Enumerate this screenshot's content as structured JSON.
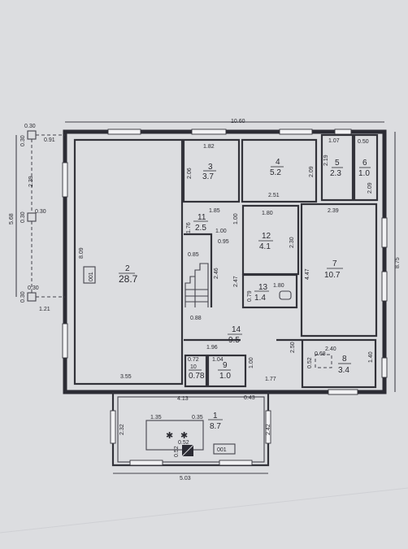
{
  "plan": {
    "outer_dimensions": {
      "top": "10.60",
      "right": "8.75",
      "left": "5.68",
      "bottom": "5.03"
    },
    "rooms": [
      {
        "id": "2",
        "area": "28.7"
      },
      {
        "id": "3",
        "area": "3.7"
      },
      {
        "id": "4",
        "area": "5.2"
      },
      {
        "id": "5",
        "area": "2.3"
      },
      {
        "id": "6",
        "area": "1.0"
      },
      {
        "id": "7",
        "area": "10.7"
      },
      {
        "id": "8",
        "area": "3.4"
      },
      {
        "id": "9",
        "area": "1.0"
      },
      {
        "id": "10",
        "area": "0.78"
      },
      {
        "id": "11",
        "area": "2.5"
      },
      {
        "id": "12",
        "area": "4.1"
      },
      {
        "id": "13",
        "area": "1.4"
      },
      {
        "id": "14",
        "area": "9.5"
      },
      {
        "id": "1",
        "area": "8.7"
      }
    ],
    "stamps": [
      "001",
      "001"
    ],
    "dimension_labels": [
      "0.30",
      "0.30",
      "0.91",
      "2.39",
      "0.30",
      "0.30",
      "0.30",
      "0.30",
      "1.21",
      "8.09",
      "3.55",
      "1.82",
      "2.06",
      "2.51",
      "2.09",
      "1.07",
      "0.50",
      "2.19",
      "2.09",
      "1.85",
      "1.00",
      "1.00",
      "1.76",
      "0.95",
      "0.85",
      "2.46",
      "2.47",
      "0.88",
      "1.80",
      "2.30",
      "0.79",
      "1.80",
      "2.39",
      "4.47",
      "1.96",
      "2.50",
      "0.72",
      "1.04",
      "1.00",
      "1.77",
      "2.40",
      "0.68",
      "0.52",
      "1.40",
      "4.13",
      "0.43",
      "1.35",
      "0.35",
      "0.52",
      "0.52",
      "2.32",
      "2.42"
    ]
  }
}
